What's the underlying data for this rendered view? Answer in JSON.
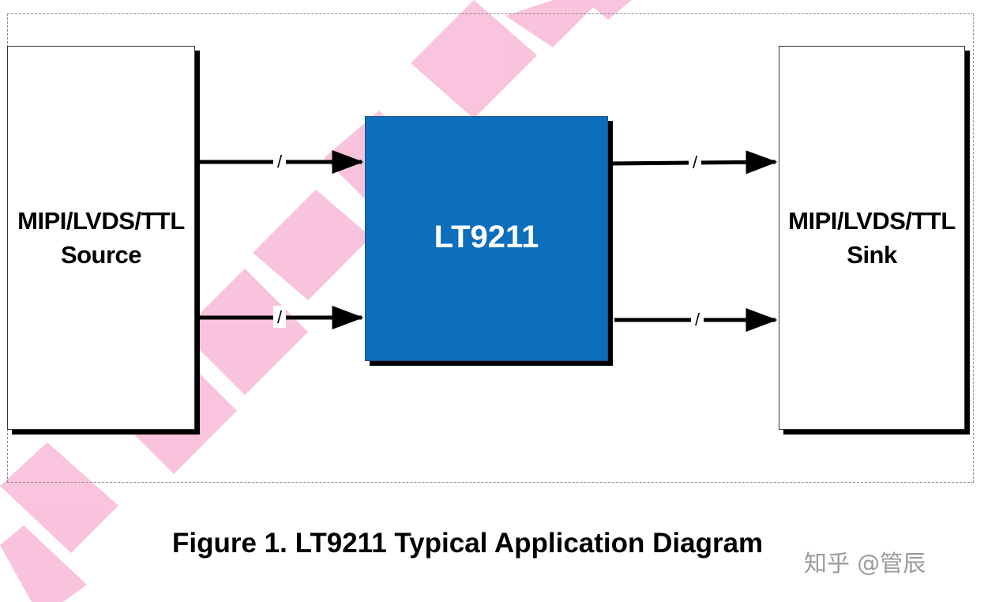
{
  "diagram": {
    "source_label_line1": "MIPI/LVDS/TTL",
    "source_label_line2": "Source",
    "chip_label": "LT9211",
    "sink_label_line1": "MIPI/LVDS/TTL",
    "sink_label_line2": "Sink",
    "bus_marker": "/"
  },
  "caption": "Figure 1. LT9211 Typical Application Diagram",
  "platform_credit": "知乎 @管辰",
  "colors": {
    "chip_fill": "#0b6fbd",
    "watermark": "#f7a8cf",
    "arrow": "#000000"
  }
}
